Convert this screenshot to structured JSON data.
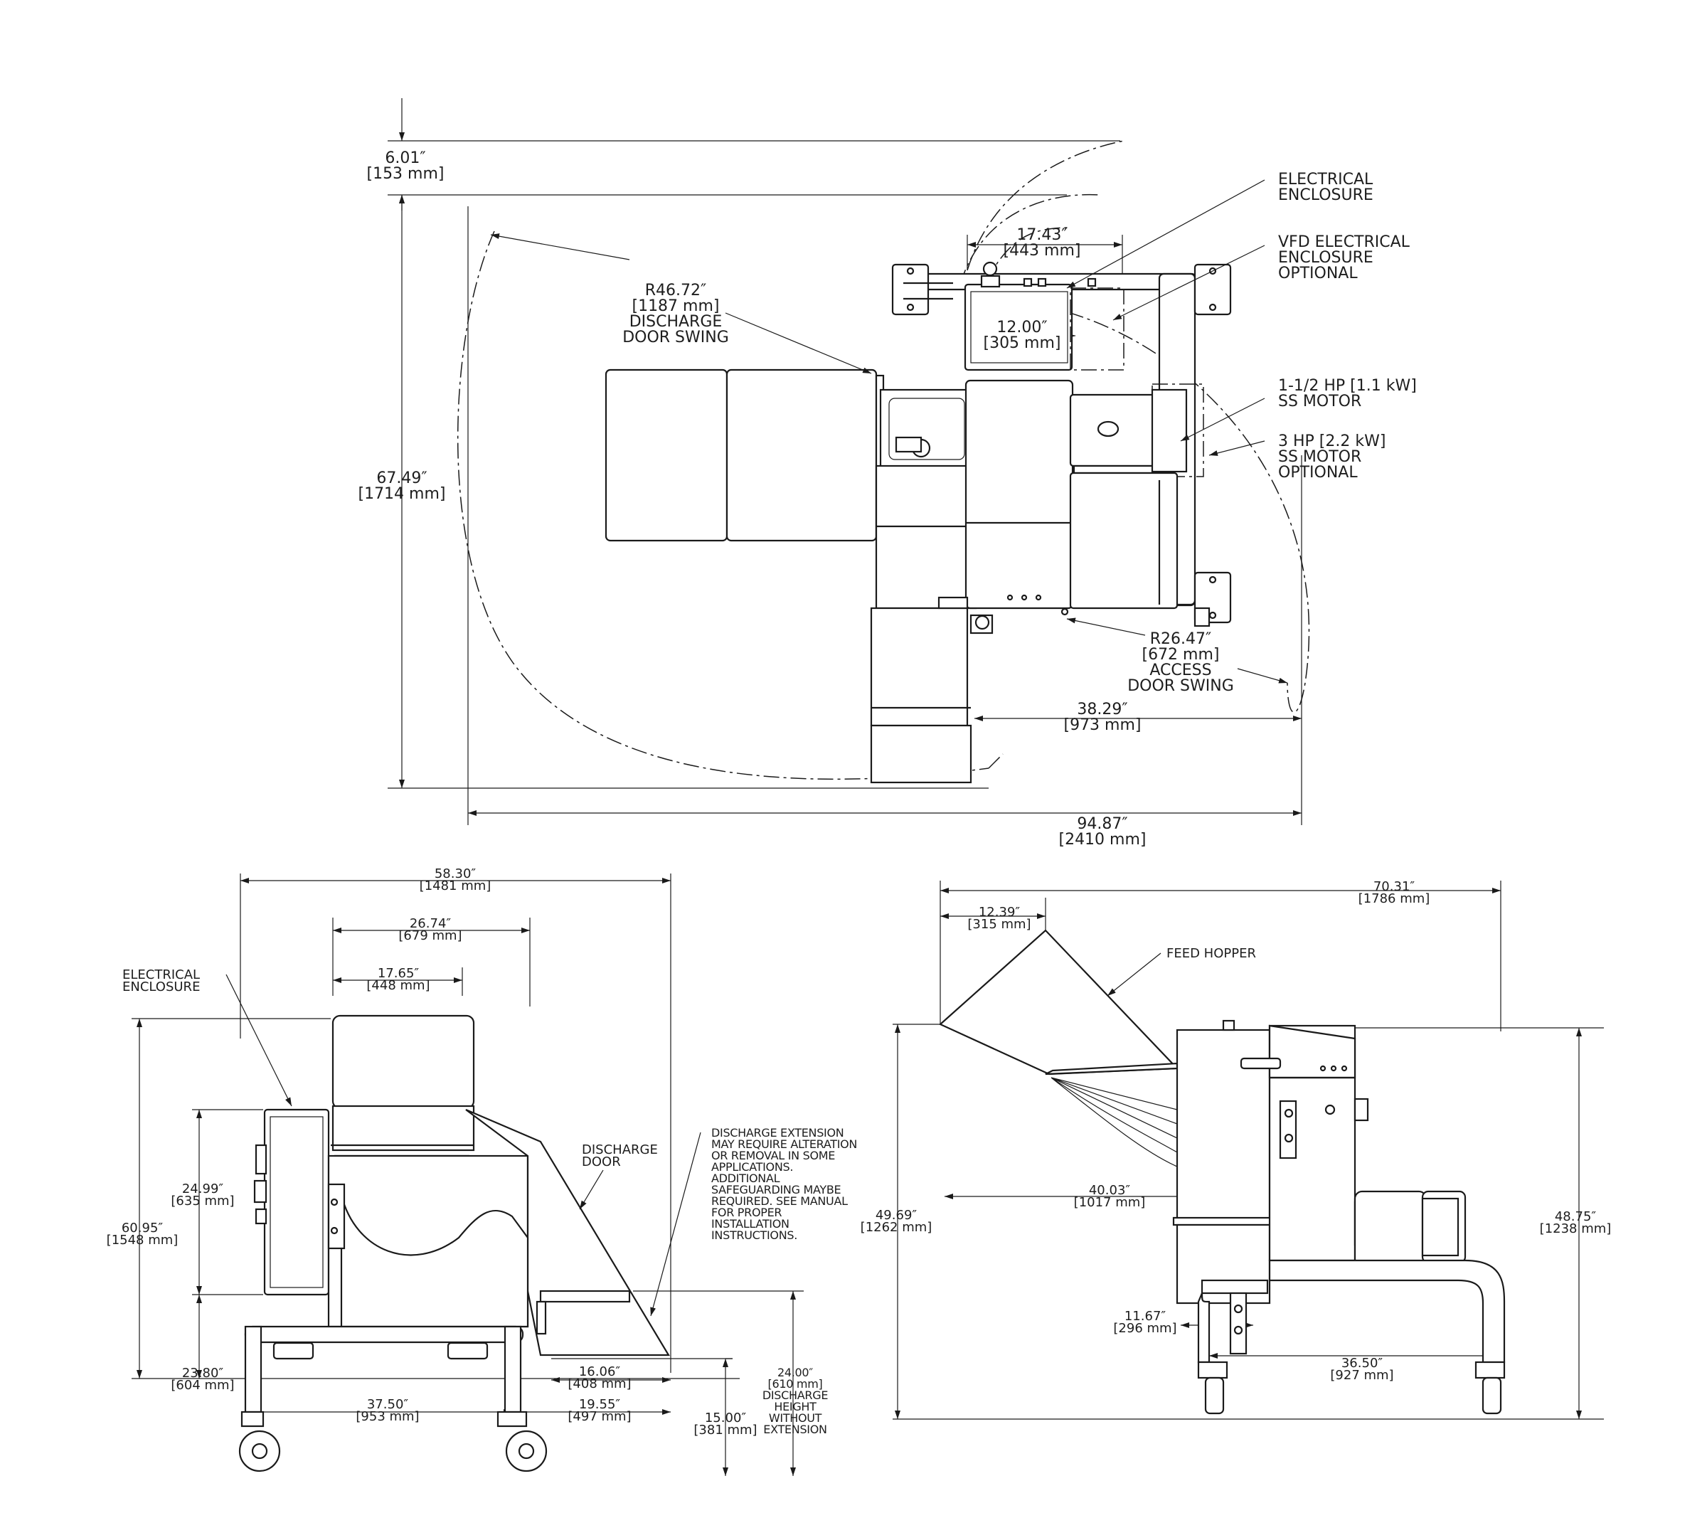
{
  "top_view": {
    "dim_6_01": [
      "6.01″",
      "[153 mm]"
    ],
    "dim_67_49": [
      "67.49″",
      "[1714 mm]"
    ],
    "dim_94_87": [
      "94.87″",
      "[2410 mm]"
    ],
    "dim_17_43": [
      "17.43″",
      "[443 mm]"
    ],
    "dim_12_00": [
      "12.00″",
      "[305 mm]"
    ],
    "dim_38_29": [
      "38.29″",
      "[973 mm]"
    ],
    "discharge_door_swing": [
      "R46.72″",
      "[1187 mm]",
      "DISCHARGE",
      "DOOR SWING"
    ],
    "access_door_swing": [
      "R26.47″",
      "[672 mm]",
      "ACCESS",
      "DOOR SWING"
    ],
    "callouts": {
      "electrical_enclosure": [
        "ELECTRICAL",
        "ENCLOSURE"
      ],
      "vfd_enclosure": [
        "VFD ELECTRICAL",
        "ENCLOSURE",
        "OPTIONAL"
      ],
      "motor_std": [
        "1-1/2 HP [1.1 kW]",
        "SS MOTOR"
      ],
      "motor_opt": [
        "3 HP [2.2 kW]",
        "SS MOTOR",
        "OPTIONAL"
      ]
    }
  },
  "front_view": {
    "dim_58_30": [
      "58.30″",
      "[1481 mm]"
    ],
    "dim_26_74": [
      "26.74″",
      "[679 mm]"
    ],
    "dim_17_65": [
      "17.65″",
      "[448 mm]"
    ],
    "dim_24_99": [
      "24.99″",
      "[635 mm]"
    ],
    "dim_60_95": [
      "60.95″",
      "[1548 mm]"
    ],
    "dim_23_80": [
      "23.80″",
      "[604 mm]"
    ],
    "dim_37_50": [
      "37.50″",
      "[953 mm]"
    ],
    "dim_16_06": [
      "16.06″",
      "[408 mm]"
    ],
    "dim_19_55": [
      "19.55″",
      "[497 mm]"
    ],
    "dim_15_00": [
      "15.00″",
      "[381 mm]"
    ],
    "dim_24_00": [
      "24.00″",
      "[610 mm]",
      "DISCHARGE",
      "HEIGHT",
      "WITHOUT",
      "EXTENSION"
    ],
    "callouts": {
      "electrical_enclosure": [
        "ELECTRICAL",
        "ENCLOSURE"
      ],
      "discharge_door": [
        "DISCHARGE",
        "DOOR"
      ],
      "discharge_extension_note": [
        "DISCHARGE EXTENSION",
        "MAY REQUIRE ALTERATION",
        "OR REMOVAL IN SOME",
        "APPLICATIONS.",
        "ADDITIONAL",
        "SAFEGUARDING MAYBE",
        "REQUIRED. SEE MANUAL",
        "FOR PROPER",
        "INSTALLATION",
        "INSTRUCTIONS."
      ]
    }
  },
  "side_view": {
    "dim_70_31": [
      "70.31″",
      "[1786 mm]"
    ],
    "dim_12_39": [
      "12.39″",
      "[315 mm]"
    ],
    "dim_49_69": [
      "49.69″",
      "[1262 mm]"
    ],
    "dim_40_03": [
      "40.03″",
      "[1017 mm]"
    ],
    "dim_48_75": [
      "48.75″",
      "[1238 mm]"
    ],
    "dim_11_67": [
      "11.67″",
      "[296 mm]"
    ],
    "dim_36_50": [
      "36.50″",
      "[927 mm]"
    ],
    "callouts": {
      "feed_hopper": [
        "FEED HOPPER"
      ]
    }
  }
}
